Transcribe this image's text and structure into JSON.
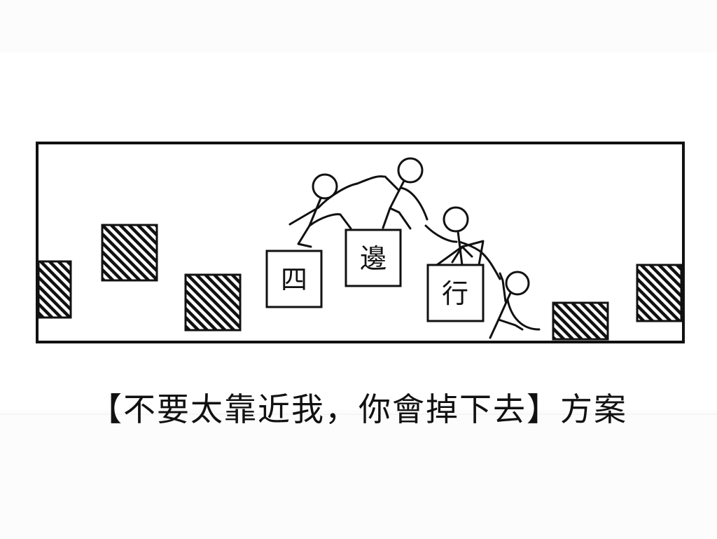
{
  "boxes": {
    "left": "四",
    "middle": "邊",
    "right": "行"
  },
  "caption": "【不要太靠近我，你會掉下去】方案",
  "colors": {
    "ink": "#111111",
    "paper": "#ffffff",
    "background": "#fcfcfc"
  }
}
